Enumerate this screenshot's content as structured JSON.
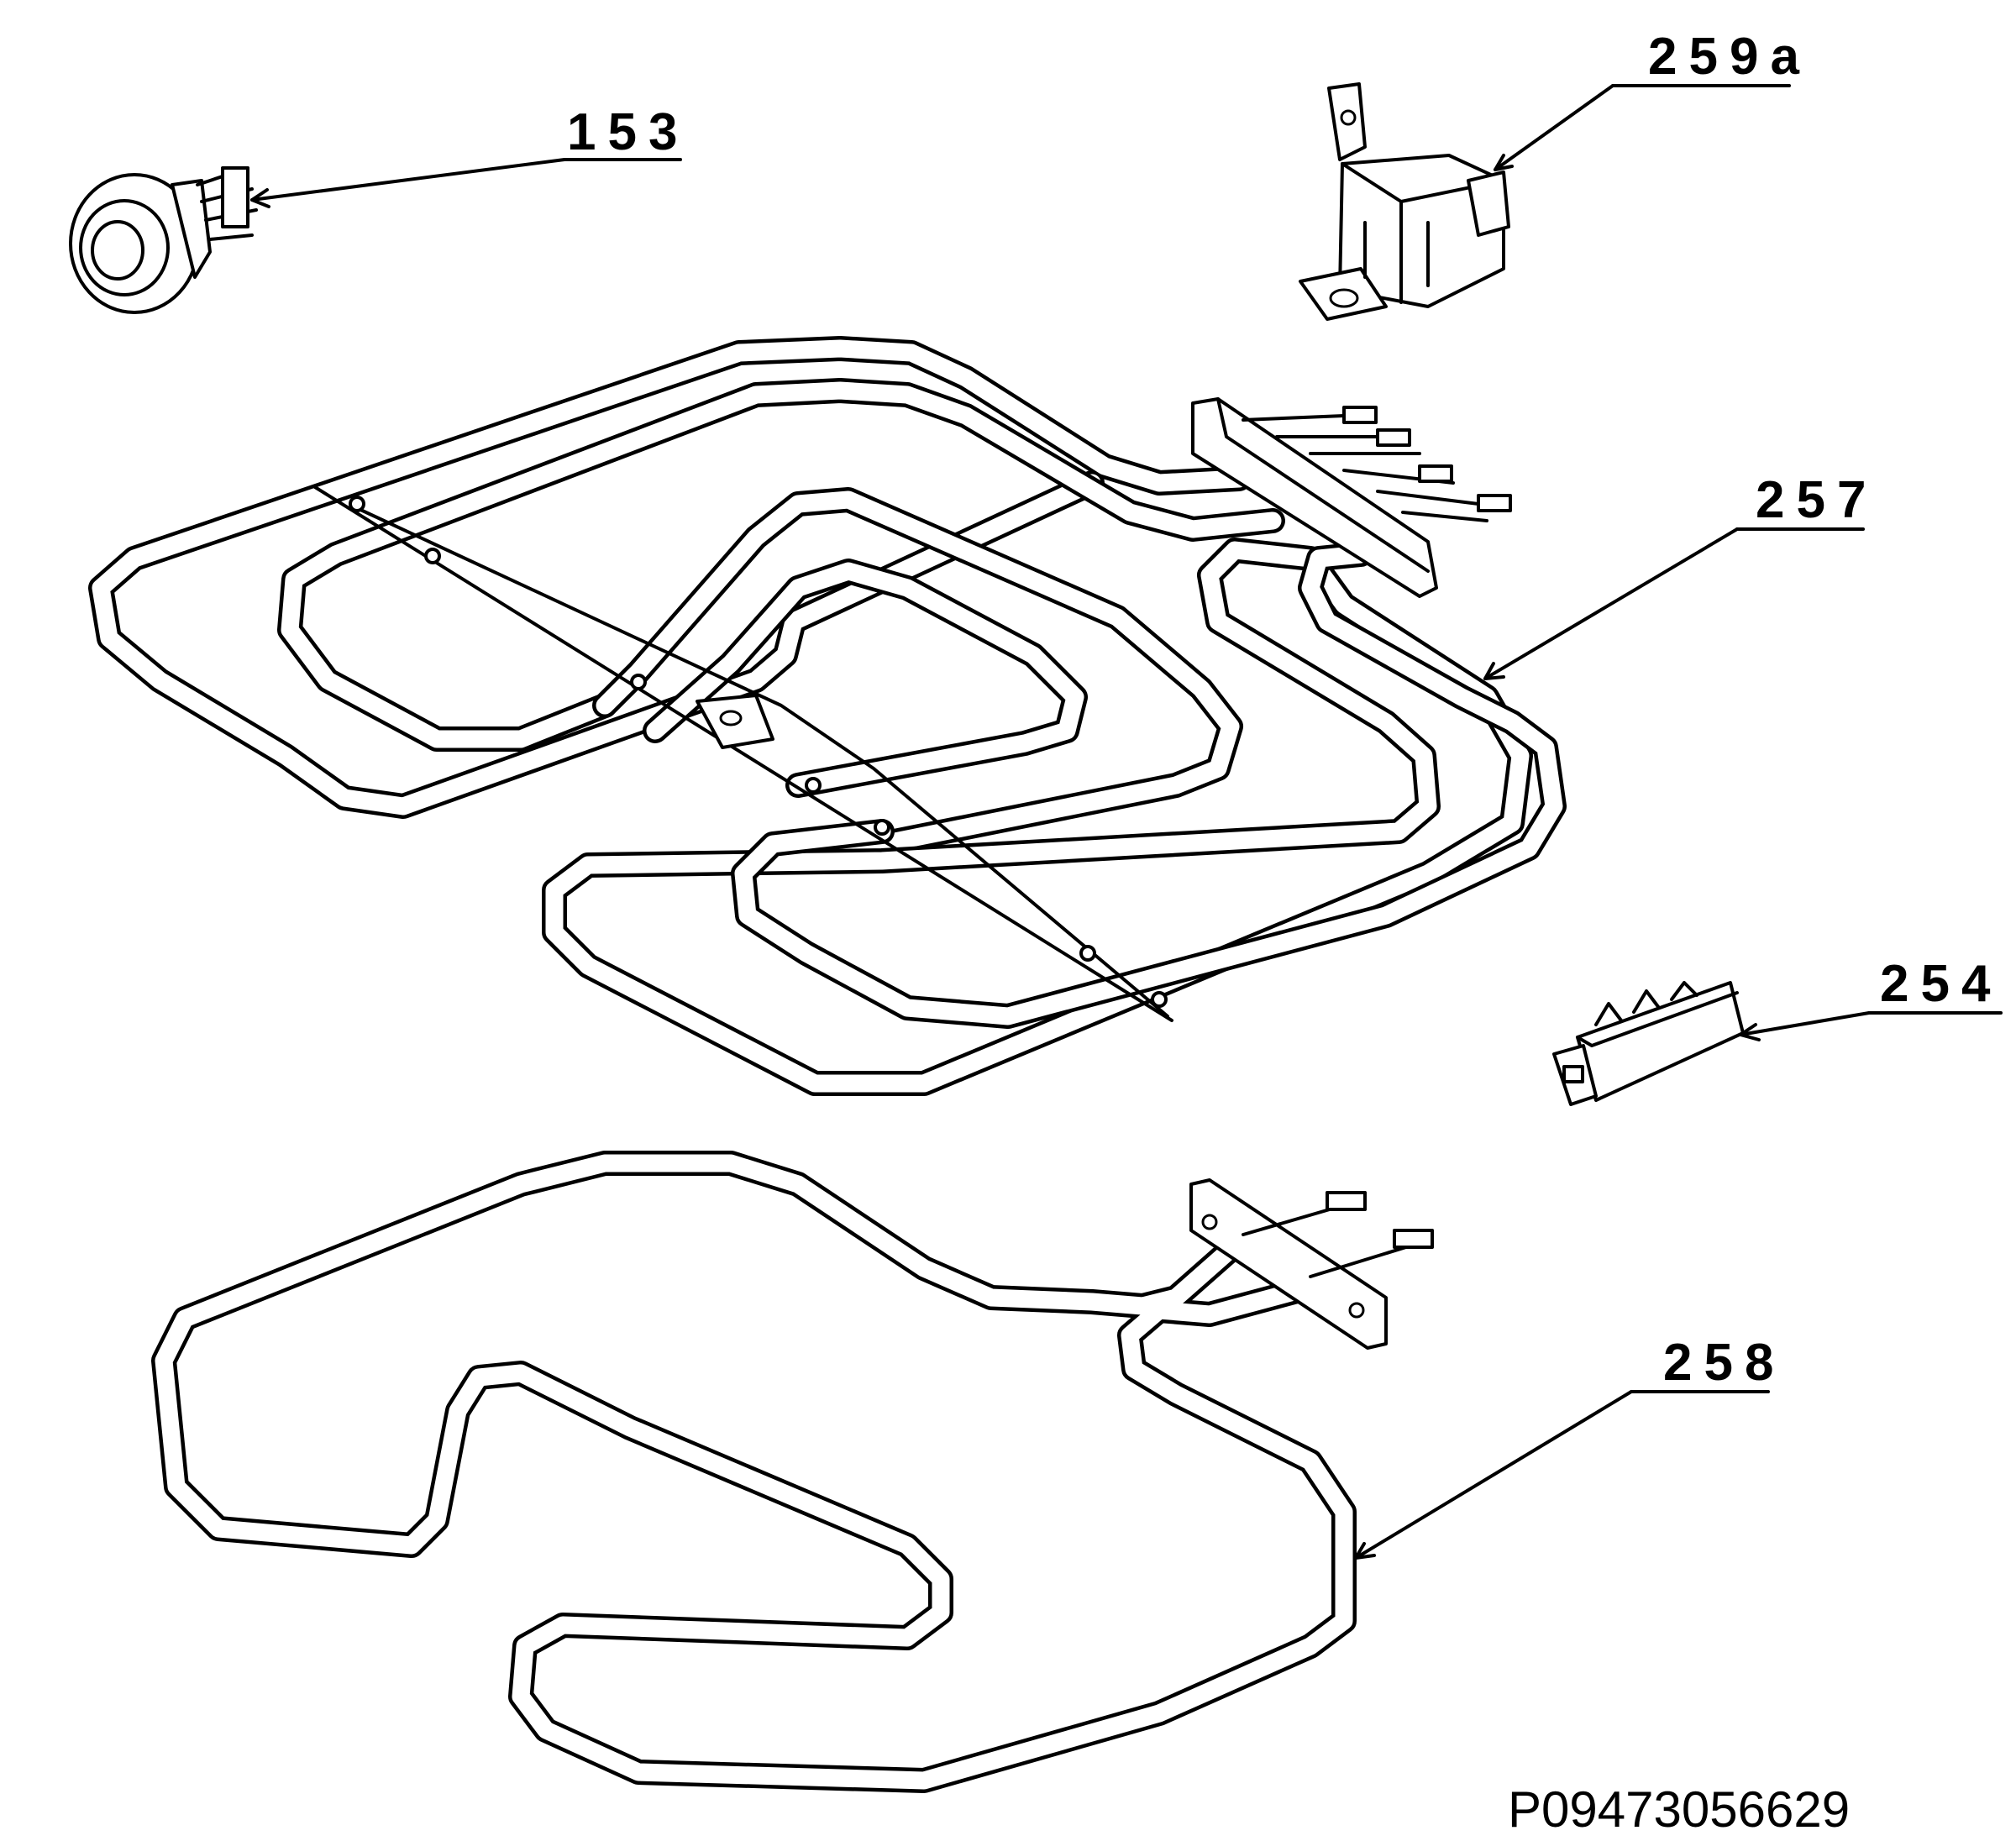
{
  "callouts": {
    "c153": "153",
    "c259a": "259a",
    "c257": "257",
    "c254": "254",
    "c258": "258"
  },
  "drawing_code": "P09473056629"
}
